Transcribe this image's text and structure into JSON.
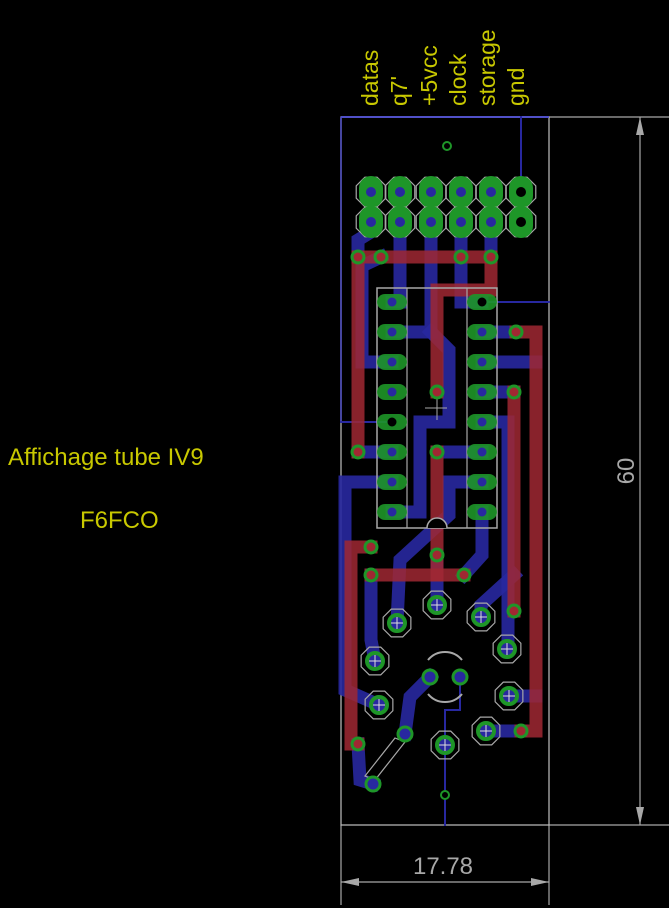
{
  "title_text": "Affichage tube IV9",
  "author_text": "F6FCO",
  "connector_labels": [
    "datas",
    "q7'",
    "+5vcc",
    "clock",
    "storage",
    "gnd"
  ],
  "dimensions": {
    "height_label": "60",
    "width_label": "17.78"
  },
  "colors": {
    "background": "#000000",
    "top_copper": "#a02832",
    "bottom_copper": "#2828a0",
    "pad": "#1e9628",
    "silkscreen": "#a8a8a8",
    "text": "#c8c800",
    "outline": "#5050c8"
  }
}
